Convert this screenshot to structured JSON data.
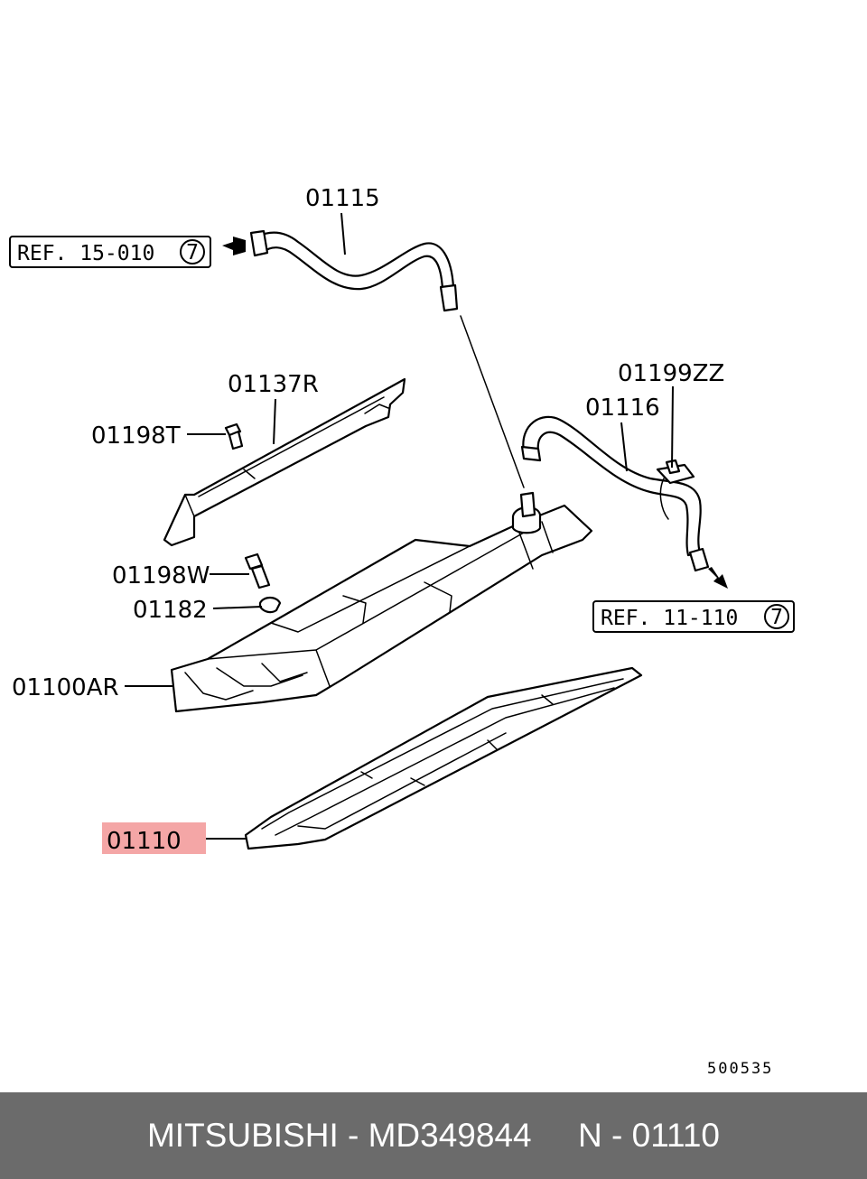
{
  "labels": {
    "l01115": "01115",
    "l01137R": "01137R",
    "l01198T": "01198T",
    "l01199ZZ": "01199ZZ",
    "l01116": "01116",
    "l01198W": "01198W",
    "l01182": "01182",
    "l01100AR": "01100AR",
    "l01110": "01110"
  },
  "refs": {
    "left_text": "REF. 15-010",
    "left_num": "7",
    "right_text": "REF. 11-110",
    "right_num": "7"
  },
  "drawing_code": "500535",
  "highlight_color": "#f4a6a6",
  "footer": {
    "text": "MITSUBISHI - MD349844     N - 01110"
  }
}
